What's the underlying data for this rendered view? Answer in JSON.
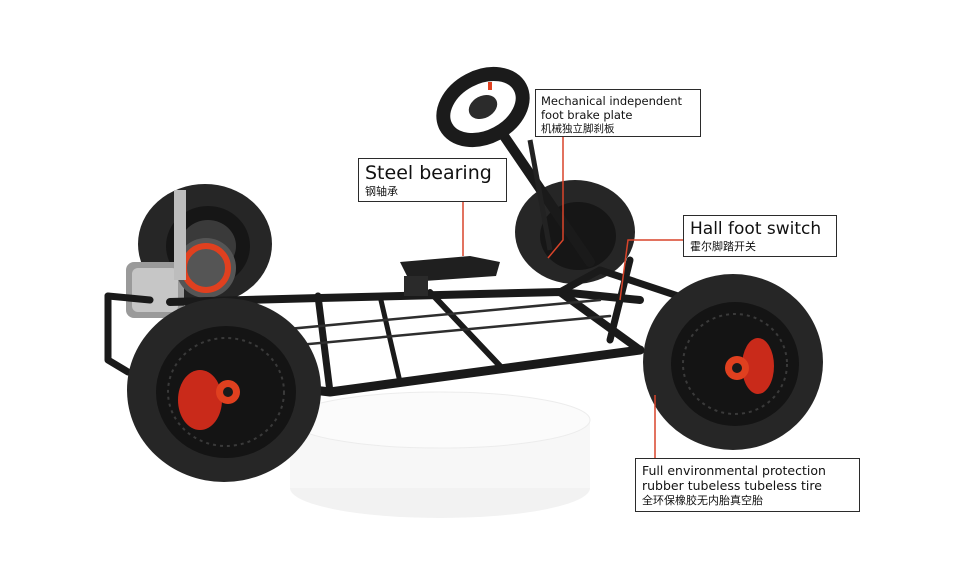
{
  "callouts": {
    "brake": {
      "line1": "Mechanical independent",
      "line2": "foot brake plate",
      "zh": "机械独立脚刹板"
    },
    "bearing": {
      "en": "Steel bearing",
      "zh": "钢轴承"
    },
    "hall": {
      "en": "Hall foot switch",
      "zh": "霍尔脚踏开关"
    },
    "tire": {
      "line1": "Full environmental protection",
      "line2": "rubber tubeless tubeless tire",
      "zh": "全环保橡胶无内胎真空胎"
    }
  },
  "colors": {
    "leader": "#d9442a",
    "accent": "#e0401f",
    "frame": "#1a1a1a",
    "tire": "#262626"
  }
}
